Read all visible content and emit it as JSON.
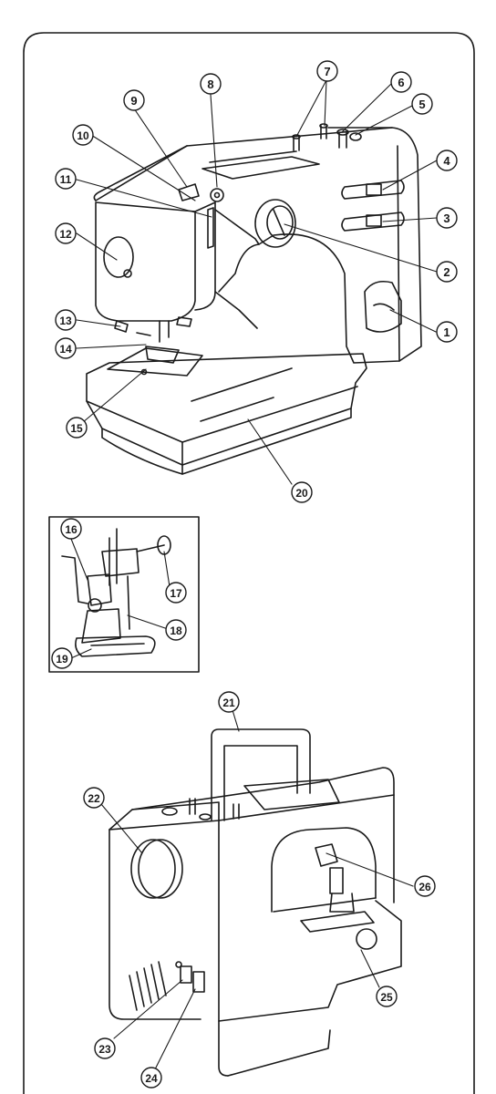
{
  "labels": {
    "n1": "1",
    "n2": "2",
    "n3": "3",
    "n4": "4",
    "n5": "5",
    "n6": "6",
    "n7": "7",
    "n8": "8",
    "n9": "9",
    "n10": "10",
    "n11": "11",
    "n12": "12",
    "n13": "13",
    "n14": "14",
    "n15": "15",
    "n16": "16",
    "n17": "17",
    "n18": "18",
    "n19": "19",
    "n20": "20",
    "n21": "21",
    "n22": "22",
    "n23": "23",
    "n24": "24",
    "n25": "25",
    "n26": "26"
  },
  "colors": {
    "line": "#1a1a1a",
    "background": "#ffffff"
  }
}
